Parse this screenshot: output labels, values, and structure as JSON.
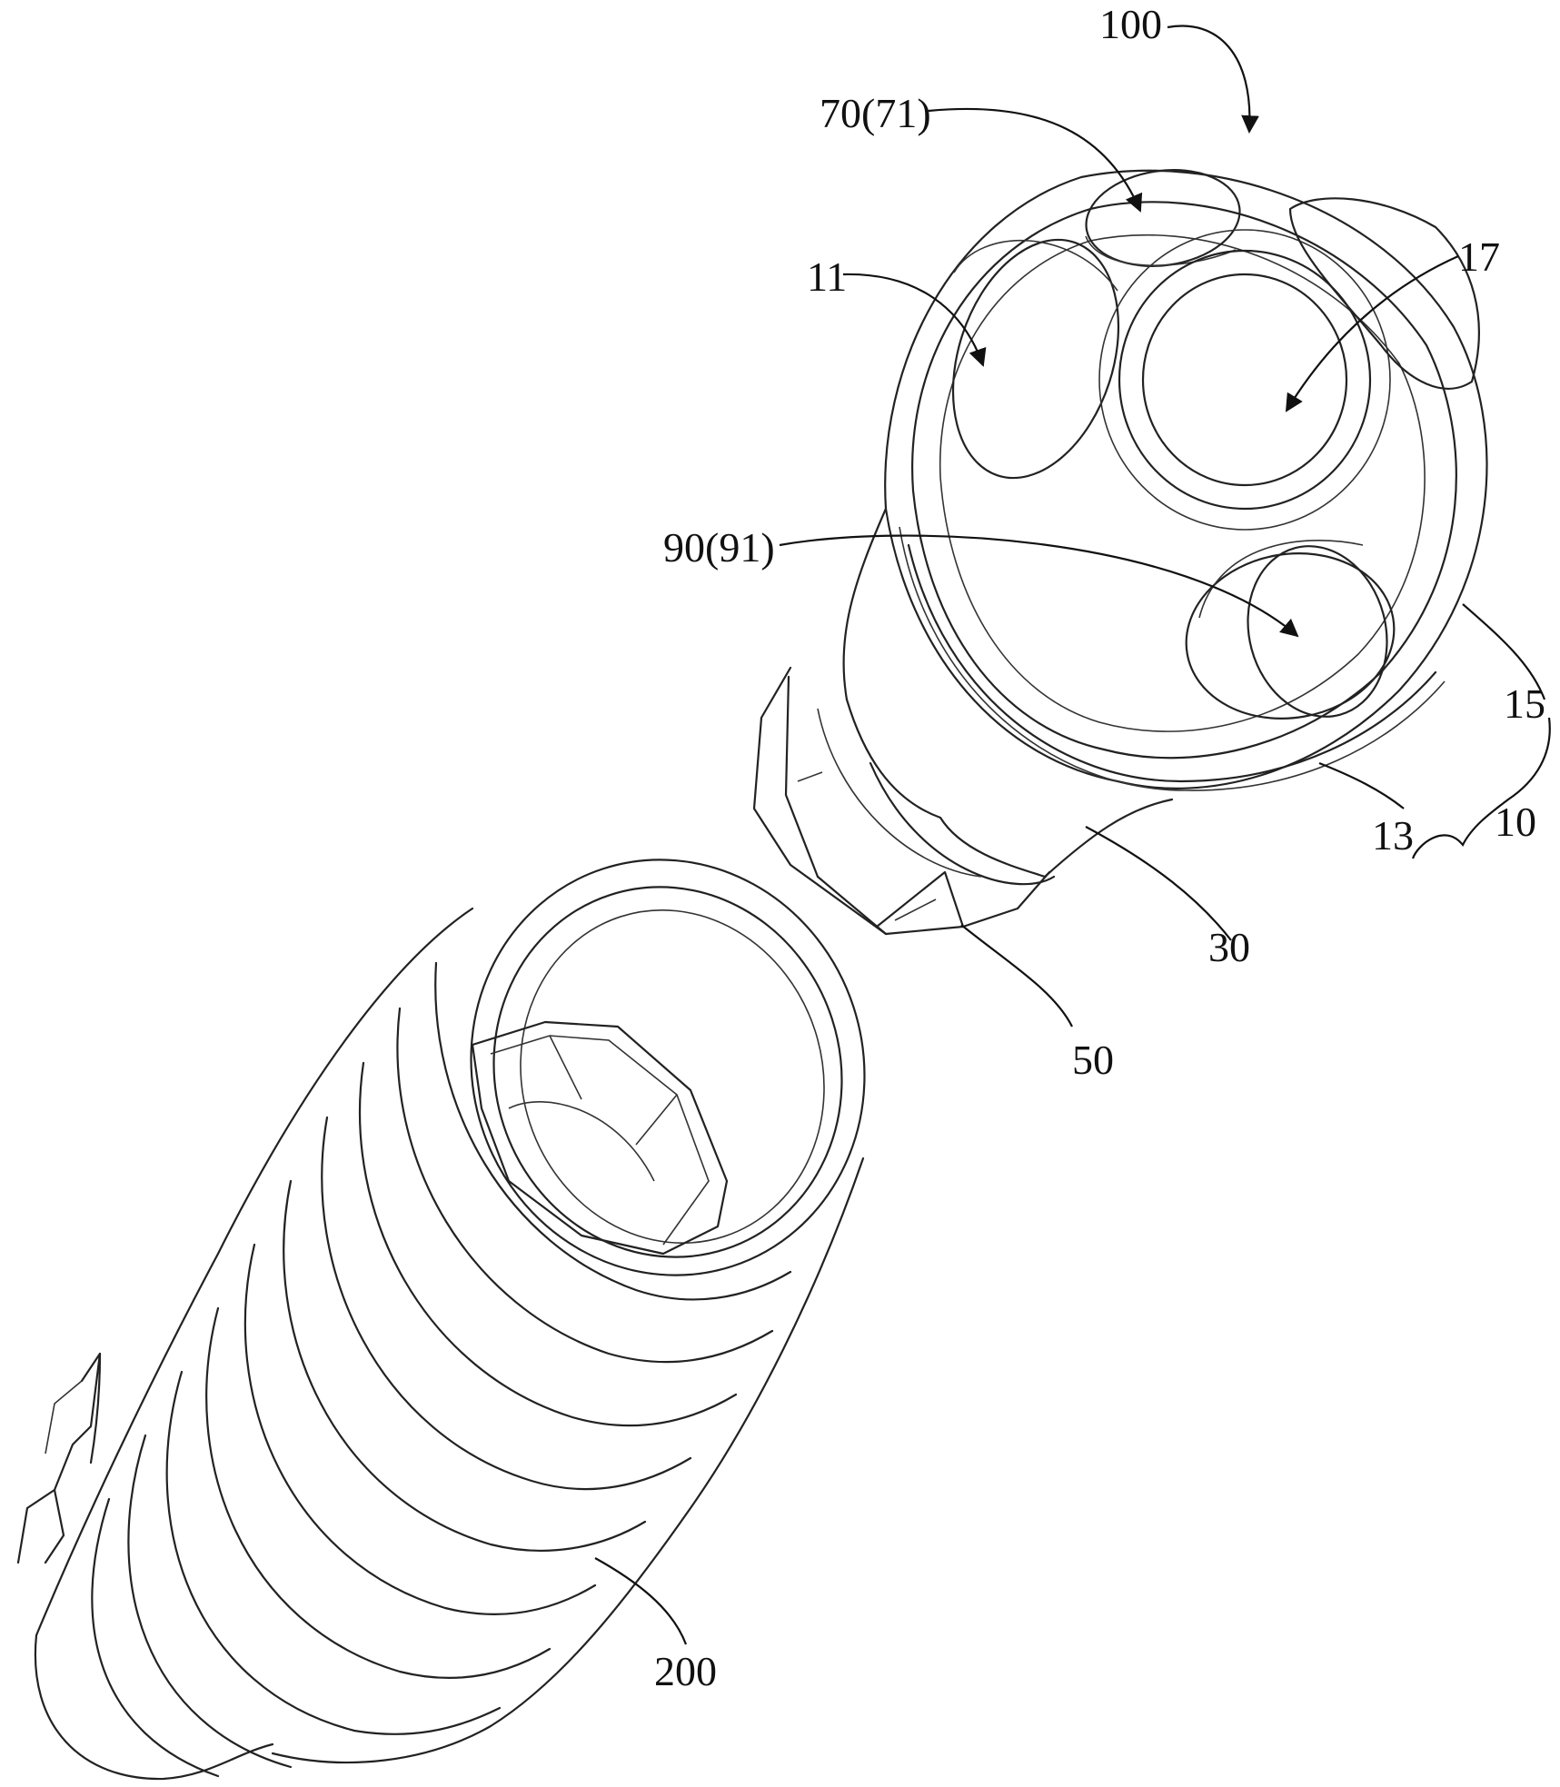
{
  "labels": {
    "assembly": "100",
    "first_hole": "70(71)",
    "second_hole": "11",
    "center_hole": "17",
    "third_hole": "90(91)",
    "top_face": "15",
    "body": "10",
    "chamfer": "13",
    "neck": "30",
    "hex_connector": "50",
    "implant": "200"
  }
}
